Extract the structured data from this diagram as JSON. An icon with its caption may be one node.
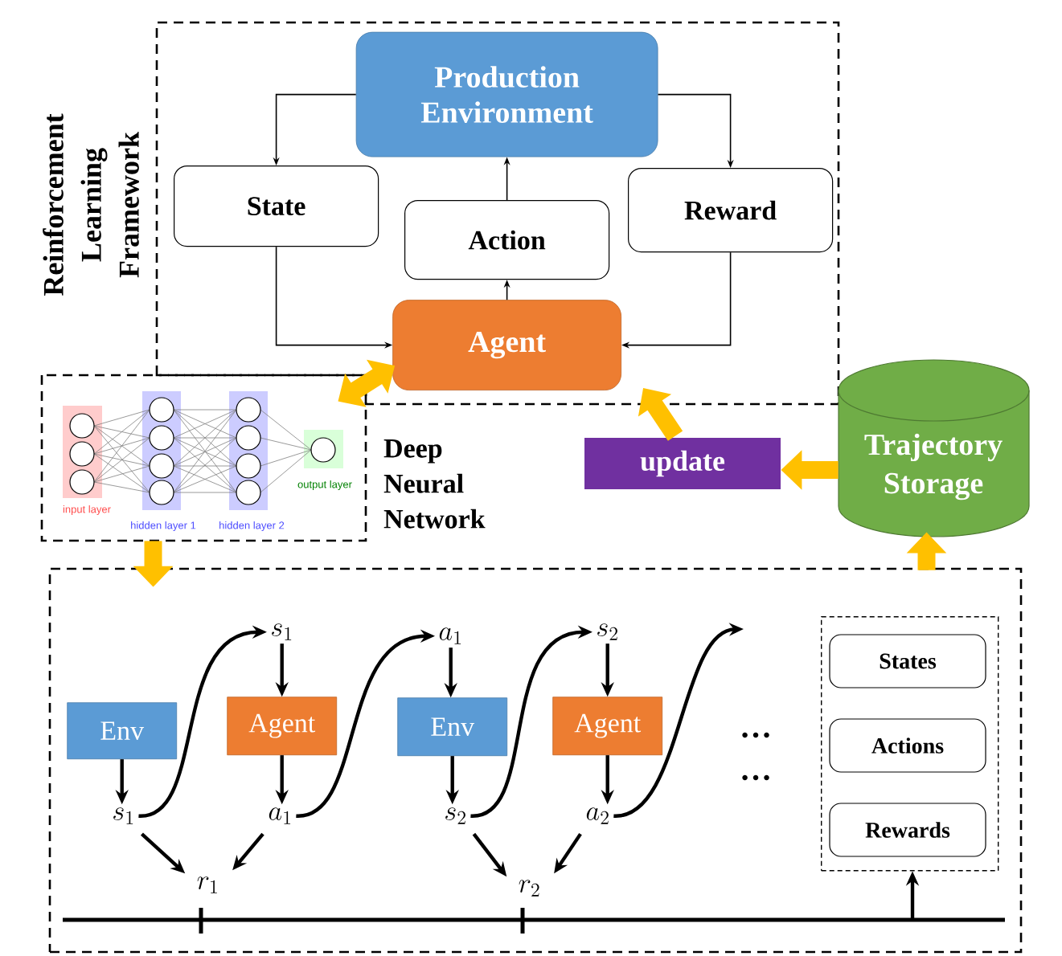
{
  "diagram": {
    "nodes": [
      {
        "text": [
          "Reinforcement Learning Framework"
        ]
      },
      {
        "text": [
          "Production Environment"
        ],
        "in": 0
      },
      {
        "text": [
          "State"
        ],
        "in": 0
      },
      {
        "text": [
          "Action"
        ],
        "in": 0
      },
      {
        "text": [
          "Reward"
        ],
        "in": 0
      },
      {
        "text": [
          "Agent"
        ],
        "in": 0
      },
      {
        "text": [
          "Deep Neural Network"
        ]
      },
      {
        "text": [
          "update"
        ]
      },
      {
        "text": [
          "Trajectory Storage"
        ]
      },
      {
        "text": [],
        "shape": "box"
      },
      {
        "text": [
          "Env"
        ],
        "in": 9
      },
      {
        "text": [
          "Agent"
        ],
        "in": 9
      },
      {
        "text": [
          "Env"
        ],
        "in": 9
      },
      {
        "text": [
          "Agent"
        ],
        "in": 9
      },
      {
        "text": [
          "s_1"
        ],
        "in": 9
      },
      {
        "text": [
          "a_1"
        ],
        "in": 9
      },
      {
        "text": [
          "s_2"
        ],
        "in": 9
      },
      {
        "text": [
          "s_1"
        ],
        "in": 9
      },
      {
        "text": [
          "a_1"
        ],
        "in": 9
      },
      {
        "text": [
          "s_2"
        ],
        "in": 9
      },
      {
        "text": [
          "a_2"
        ],
        "in": 9
      },
      {
        "text": [
          "r_1"
        ],
        "in": 9
      },
      {
        "text": [
          "r_2"
        ],
        "in": 9
      },
      {
        "text": [],
        "shape": "box",
        "in": 9
      },
      {
        "text": [
          "States"
        ],
        "in": 23
      },
      {
        "text": [
          "Actions"
        ],
        "in": 23
      },
      {
        "text": [
          "Rewards"
        ],
        "in": 23
      }
    ],
    "edges": [
      {
        "from": 1,
        "to": 2,
        "arrow": "to"
      },
      {
        "from": 1,
        "to": 4,
        "arrow": "to"
      },
      {
        "from": 2,
        "to": 5,
        "arrow": "to"
      },
      {
        "from": 4,
        "to": 5,
        "arrow": "to"
      },
      {
        "from": 5,
        "to": 3,
        "arrow": "to"
      },
      {
        "from": 3,
        "to": 1,
        "arrow": "to"
      },
      {
        "from": 6,
        "to": 5,
        "arrow": "both",
        "style": "thick",
        "color": "#ffc000"
      },
      {
        "from": 8,
        "to": 7,
        "arrow": "to",
        "style": "thick",
        "color": "#ffc000"
      },
      {
        "from": 7,
        "to": 5,
        "arrow": "to",
        "style": "thick",
        "color": "#ffc000"
      },
      {
        "from": 6,
        "to": 9,
        "arrow": "to",
        "style": "thick",
        "color": "#ffc000"
      },
      {
        "from": 9,
        "to": 8,
        "arrow": "to",
        "style": "thick",
        "color": "#ffc000"
      },
      {
        "from": 10,
        "to": 17,
        "arrow": "to"
      },
      {
        "from": 11,
        "to": 18,
        "arrow": "to"
      },
      {
        "from": 12,
        "to": 19,
        "arrow": "to"
      },
      {
        "from": 13,
        "to": 20,
        "arrow": "to"
      },
      {
        "from": 14,
        "to": 11,
        "arrow": "to"
      },
      {
        "from": 15,
        "to": 12,
        "arrow": "to"
      },
      {
        "from": 16,
        "to": 13,
        "arrow": "to"
      },
      {
        "from": 17,
        "to": 14,
        "arrow": "to"
      },
      {
        "from": 18,
        "to": 15,
        "arrow": "to"
      },
      {
        "from": 19,
        "to": 16,
        "arrow": "to"
      },
      {
        "from": 20,
        "to": null,
        "arrow": "to"
      },
      {
        "from": 17,
        "to": 21,
        "arrow": "to"
      },
      {
        "from": 18,
        "to": 21,
        "arrow": "to"
      },
      {
        "from": 19,
        "to": 22,
        "arrow": "to"
      },
      {
        "from": 20,
        "to": 22,
        "arrow": "to"
      },
      {
        "from": null,
        "to": 23,
        "arrow": "to"
      }
    ],
    "labels": [
      "output layer",
      "input layer",
      "hidden layer 1",
      "hidden layer 2",
      "…",
      "…"
    ]
  }
}
